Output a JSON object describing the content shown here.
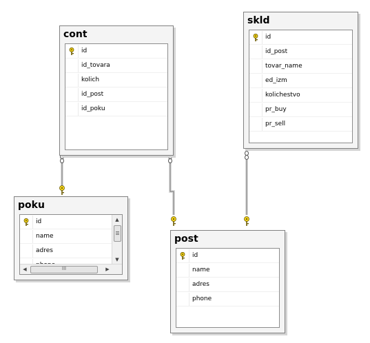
{
  "tables": {
    "cont": {
      "title": "cont",
      "columns": [
        "id",
        "id_tovara",
        "kolich",
        "id_post",
        "id_poku"
      ],
      "primary_key": "id"
    },
    "skld": {
      "title": "skld",
      "columns": [
        "id",
        "id_post",
        "tovar_name",
        "ed_izm",
        "kolichestvo",
        "pr_buy",
        "pr_sell"
      ],
      "primary_key": "id"
    },
    "poku": {
      "title": "poku",
      "columns": [
        "id",
        "name",
        "adres",
        "phone"
      ],
      "primary_key": "id"
    },
    "post": {
      "title": "post",
      "columns": [
        "id",
        "name",
        "adres",
        "phone"
      ],
      "primary_key": "id"
    }
  },
  "scrollbar": {
    "grip": "III"
  },
  "relationships": [
    {
      "from": "cont.id_poku",
      "to": "poku.id",
      "type": "many-to-one"
    },
    {
      "from": "cont.id_post",
      "to": "post.id",
      "type": "many-to-one"
    },
    {
      "from": "skld.id_post",
      "to": "post.id",
      "type": "many-to-one"
    }
  ],
  "icons": {
    "primary_key": "key-icon",
    "many_end": "infinity-icon",
    "one_end": "key-icon"
  },
  "colors": {
    "key": "#f2d21b",
    "connector": "#6e6e6e",
    "border": "#808080"
  }
}
